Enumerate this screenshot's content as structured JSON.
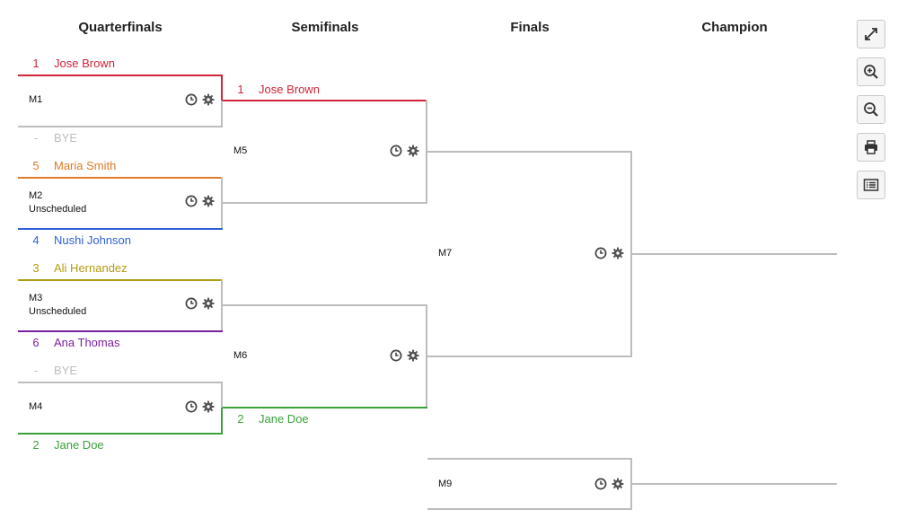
{
  "headers": {
    "quarterfinals": "Quarterfinals",
    "semifinals": "Semifinals",
    "finals": "Finals",
    "champion": "Champion"
  },
  "colors": {
    "red": "#d0243a",
    "gray": "#bdbdbd",
    "orange": "#e07b27",
    "blue": "#2f5fd6",
    "olive": "#b39b12",
    "purple": "#7b1fa2",
    "green": "#3aa23a"
  },
  "seeds": {
    "m1_top": {
      "num": "1",
      "name": "Jose Brown"
    },
    "m1_bot": {
      "num": "-",
      "name": "BYE"
    },
    "m2_top": {
      "num": "5",
      "name": "Maria Smith"
    },
    "m2_bot": {
      "num": "4",
      "name": "Nushi Johnson"
    },
    "m3_top": {
      "num": "3",
      "name": "Ali Hernandez"
    },
    "m3_bot": {
      "num": "6",
      "name": "Ana Thomas"
    },
    "m4_top": {
      "num": "-",
      "name": "BYE"
    },
    "m4_bot": {
      "num": "2",
      "name": "Jane Doe"
    },
    "m5_top": {
      "num": "1",
      "name": "Jose Brown"
    },
    "m6_bot": {
      "num": "2",
      "name": "Jane Doe"
    }
  },
  "matches": {
    "m1": {
      "id": "M1",
      "status": ""
    },
    "m2": {
      "id": "M2",
      "status": "Unscheduled"
    },
    "m3": {
      "id": "M3",
      "status": "Unscheduled"
    },
    "m4": {
      "id": "M4",
      "status": ""
    },
    "m5": {
      "id": "M5",
      "status": ""
    },
    "m6": {
      "id": "M6",
      "status": ""
    },
    "m7": {
      "id": "M7",
      "status": ""
    },
    "m9": {
      "id": "M9",
      "status": ""
    }
  },
  "toolbar": {
    "icons": [
      "expand-icon",
      "zoom-in-icon",
      "zoom-out-icon",
      "print-icon",
      "list-view-icon"
    ]
  },
  "match_icons": [
    "clock-icon",
    "gear-icon"
  ]
}
